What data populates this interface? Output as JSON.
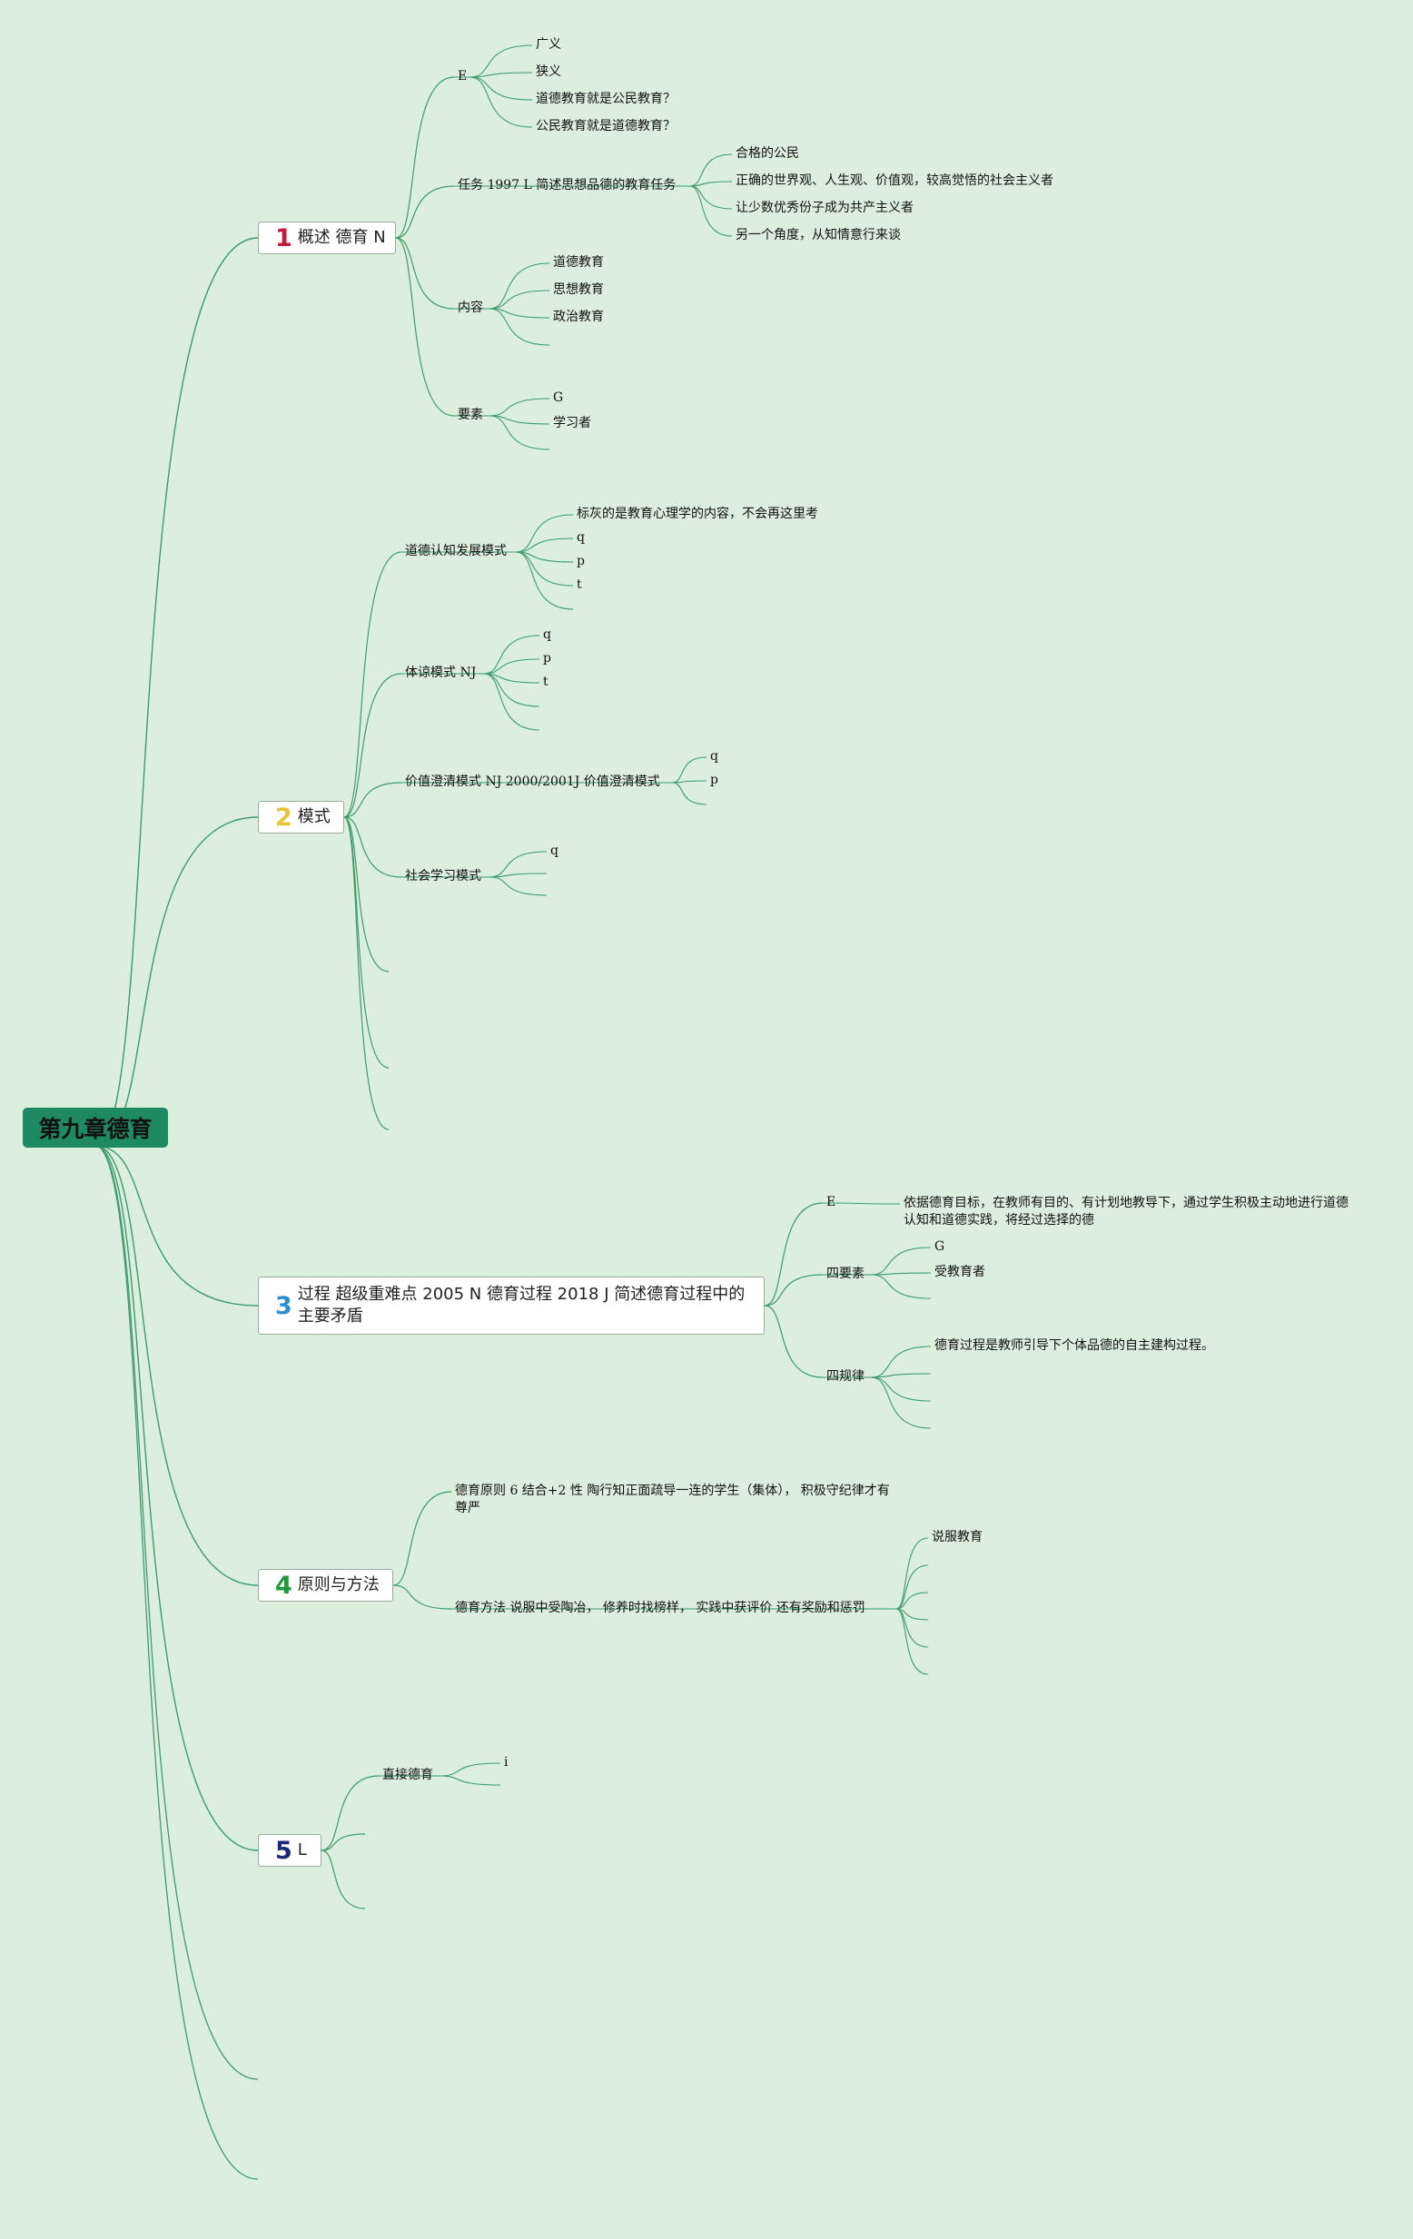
{
  "root": {
    "title": "第九章德育"
  },
  "colors": {
    "background": "#dceedd",
    "root": "#1e8a63",
    "edge": "#3d9c6a"
  },
  "branches": [
    {
      "num": "1",
      "num_color": "#c8193a",
      "label": "概述 德育 N",
      "children": [
        {
          "label": "E",
          "children": [
            "广义",
            "狭义",
            "道德教育就是公民教育？",
            "公民教育就是道德教育？"
          ]
        },
        {
          "label": "任务 1997 L 简述思想品德的教育任务",
          "children": [
            "合格的公民",
            "正确的世界观、人生观、价值观，较高觉悟的社会主义者",
            "让少数优秀份子成为共产主义者",
            "另一个角度，从知情意行来谈"
          ]
        },
        {
          "label": "内容",
          "children": [
            "道德教育",
            "思想教育",
            "政治教育",
            ""
          ]
        },
        {
          "label": "要素",
          "children": [
            "G",
            "学习者",
            ""
          ]
        }
      ]
    },
    {
      "num": "2",
      "num_color": "#e8c43a",
      "label": "模式",
      "children": [
        {
          "label": "道德认知发展模式",
          "children": [
            "标灰的是教育心理学的内容，不会再这里考",
            "q",
            "p",
            "t",
            ""
          ]
        },
        {
          "label": "体谅模式 NJ",
          "children": [
            "q",
            "p",
            "t",
            "",
            ""
          ]
        },
        {
          "label": "价值澄清模式 NJ 2000/2001J 价值澄清模式",
          "children": [
            "q",
            "p",
            ""
          ]
        },
        {
          "label": "社会学习模式",
          "children": [
            "q",
            "",
            ""
          ]
        },
        {
          "label": "",
          "children": []
        },
        {
          "label": "",
          "children": []
        },
        {
          "label": "",
          "children": []
        }
      ]
    },
    {
      "num": "3",
      "num_color": "#2a8fd4",
      "label": "过程 超级重难点 2005 N 德育过程 2018 J 简述德育过程中的主要矛盾",
      "children": [
        {
          "label": "E",
          "children": [
            "依据德育目标，在教师有目的、有计划地教导下，通过学生积极主动地进行道德认知和道德实践，将经过选择的德"
          ]
        },
        {
          "label": "四要素",
          "children": [
            "G",
            "受教育者",
            ""
          ]
        },
        {
          "label": "四规律",
          "children": [
            "德育过程是教师引导下个体品德的自主建构过程。",
            "",
            "",
            ""
          ]
        }
      ]
    },
    {
      "num": "4",
      "num_color": "#1e9a3a",
      "label": "原则与方法",
      "children": [
        {
          "label": "德育原则 6 结合+2 性 陶行知正面疏导一连的学生（集体）， 积极守纪律才有尊严",
          "children": []
        },
        {
          "label": "德育方法 说服中受陶冶， 修养时找榜样， 实践中获评价 还有奖励和惩罚",
          "children": [
            "说服教育",
            "",
            "",
            "",
            "",
            ""
          ]
        }
      ]
    },
    {
      "num": "5",
      "num_color": "#1a2a7a",
      "label": "L",
      "children": [
        {
          "label": "直接德育",
          "children": [
            "i",
            ""
          ]
        },
        {
          "label": "",
          "children": []
        },
        {
          "label": "",
          "children": []
        }
      ]
    }
  ],
  "trailing_branches": 2
}
